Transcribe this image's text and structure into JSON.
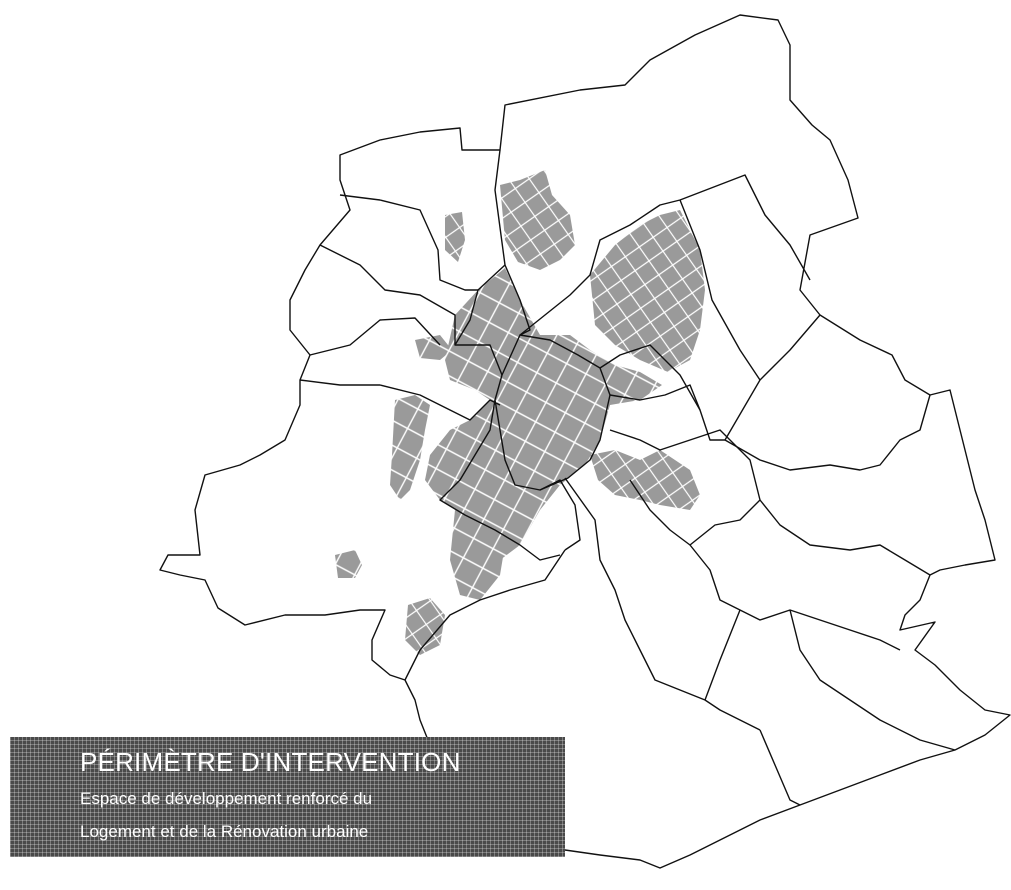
{
  "map": {
    "colors": {
      "background": "#ffffff",
      "boundary": "#111111",
      "urban_fill": "#9a9a9a",
      "street": "#ffffff"
    }
  },
  "legend": {
    "title": "PÉRIMÈTRE D'INTERVENTION",
    "line1": "Espace de développement renforcé du",
    "line2": "Logement et de la Rénovation urbaine",
    "pattern": "grid-hatch"
  }
}
